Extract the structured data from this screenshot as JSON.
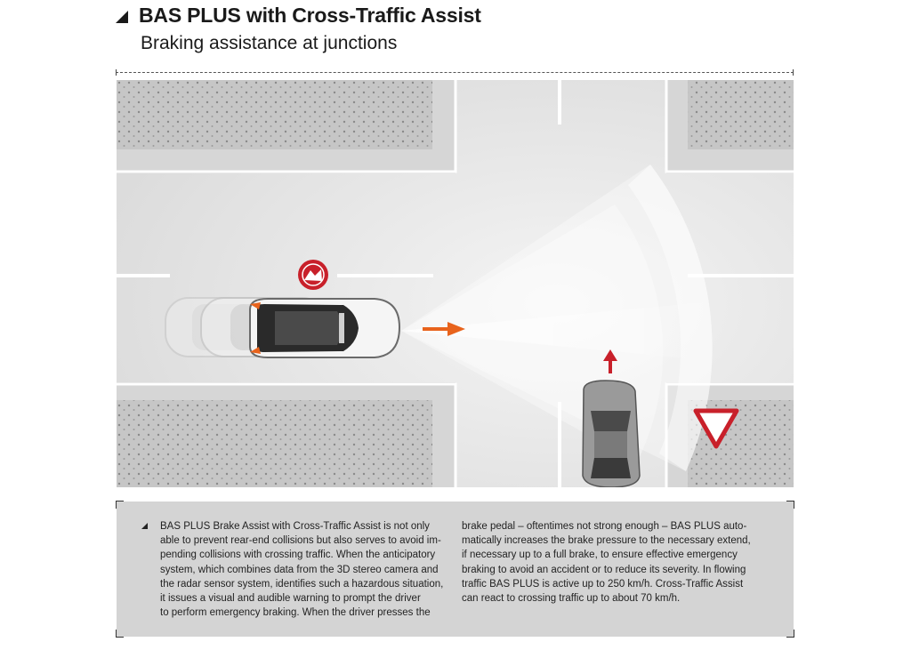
{
  "header": {
    "title": "BAS PLUS with Cross-Traffic Assist",
    "subtitle": "Braking assistance at junctions"
  },
  "description": {
    "left_lines": [
      "BAS PLUS Brake Assist with Cross-Traffic Assist is not only",
      "able to prevent rear-end collisions but also serves to avoid im-",
      "pending collisions with crossing traffic. When the anticipatory",
      "system, which combines data from the 3D stereo camera and",
      "the radar sensor system, identifies such a hazardous situation,",
      "it issues a visual and audible warning to prompt the driver",
      "to perform emergency braking. When the driver presses the"
    ],
    "right_lines": [
      "brake pedal – oftentimes not strong enough – BAS PLUS auto-",
      "matically increases the brake pressure to the necessary extend,",
      "if necessary up to a full brake, to ensure effective emergency",
      "braking to avoid an accident or to reduce its severity. In flowing",
      "traffic BAS PLUS is active up to 250 km/h. Cross-Traffic Assist",
      "can react to crossing traffic up to about 70 km/h."
    ]
  },
  "colors": {
    "warning_red": "#c8202a",
    "direction_orange": "#e8631c",
    "road": "#e6e6e6",
    "block": "#c4c4c4"
  },
  "icons": {
    "warning": "collision-warning-icon",
    "yield": "yield-sign-icon"
  }
}
